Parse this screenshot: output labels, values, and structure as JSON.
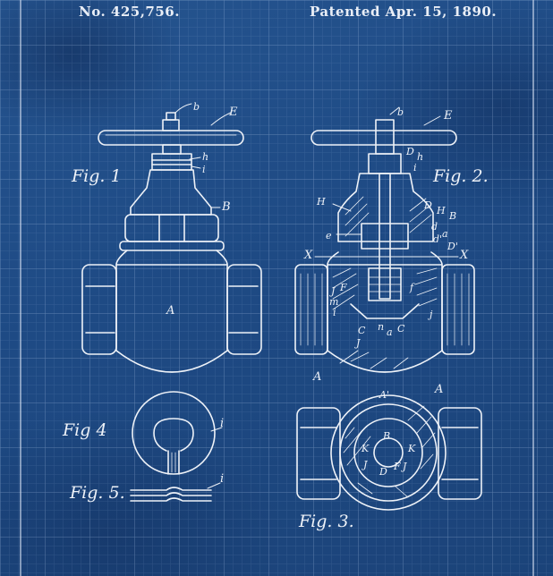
{
  "header": {
    "patent_number": "No. 425,756.",
    "patent_date": "Patented Apr. 15, 1890."
  },
  "figures": {
    "fig1": "Fig. 1",
    "fig2": "Fig. 2.",
    "fig3": "Fig. 3.",
    "fig4": "Fig 4",
    "fig5": "Fig. 5."
  },
  "labels": {
    "b1": "b",
    "E1": "E",
    "h1": "h",
    "i1": "i",
    "B1": "B",
    "A1": "A",
    "b2": "b",
    "E2": "E",
    "D2": "D",
    "h2": "h",
    "i2": "i",
    "H2a": "H",
    "D2b": "D",
    "H2b": "H",
    "B2": "B",
    "e2": "e",
    "d2": "d",
    "a2": "a",
    "d2b": "d'",
    "D2c": "D'",
    "X2a": "X",
    "X2b": "X",
    "J2": "J",
    "F2": "F",
    "m2": "m",
    "i2b": "i",
    "f2": "f",
    "j2": "j",
    "C2a": "C",
    "n2": "n",
    "a2b": "a",
    "C2b": "C",
    "J2b": "J",
    "A2": "A",
    "Aprime3": "A'",
    "A3": "A",
    "B3": "B",
    "K3a": "K",
    "K3b": "K",
    "J3a": "J",
    "F3": "F",
    "J3b": "J",
    "D3": "D",
    "i4": "i",
    "i5": "i"
  },
  "colors": {
    "paper": "#1f4a85",
    "ink": "#eef2f8"
  }
}
